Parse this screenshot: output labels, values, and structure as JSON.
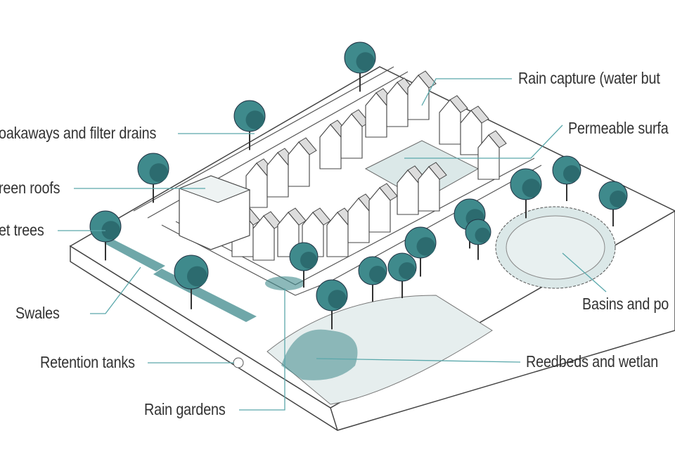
{
  "title": "Sustainable drainage features in a residential development",
  "labels": {
    "rain_capture": "Rain capture (water but",
    "permeable": "Permeable surfa",
    "soakaways": "oakaways and filter drains",
    "green_roofs": "reen roofs",
    "street_trees": "et trees",
    "swales": "Swales",
    "retention": "Retention tanks",
    "rain_gardens": "Rain gardens",
    "reedbeds": "Reedbeds and wetlan",
    "basins": "Basins and po"
  },
  "colors": {
    "tree": "#3f8a8c",
    "tree_dark": "#2c6b6f",
    "leader": "#5aa8ab",
    "ground": "#e6eeee",
    "water": "#dbe8e8",
    "ink": "#444444"
  }
}
